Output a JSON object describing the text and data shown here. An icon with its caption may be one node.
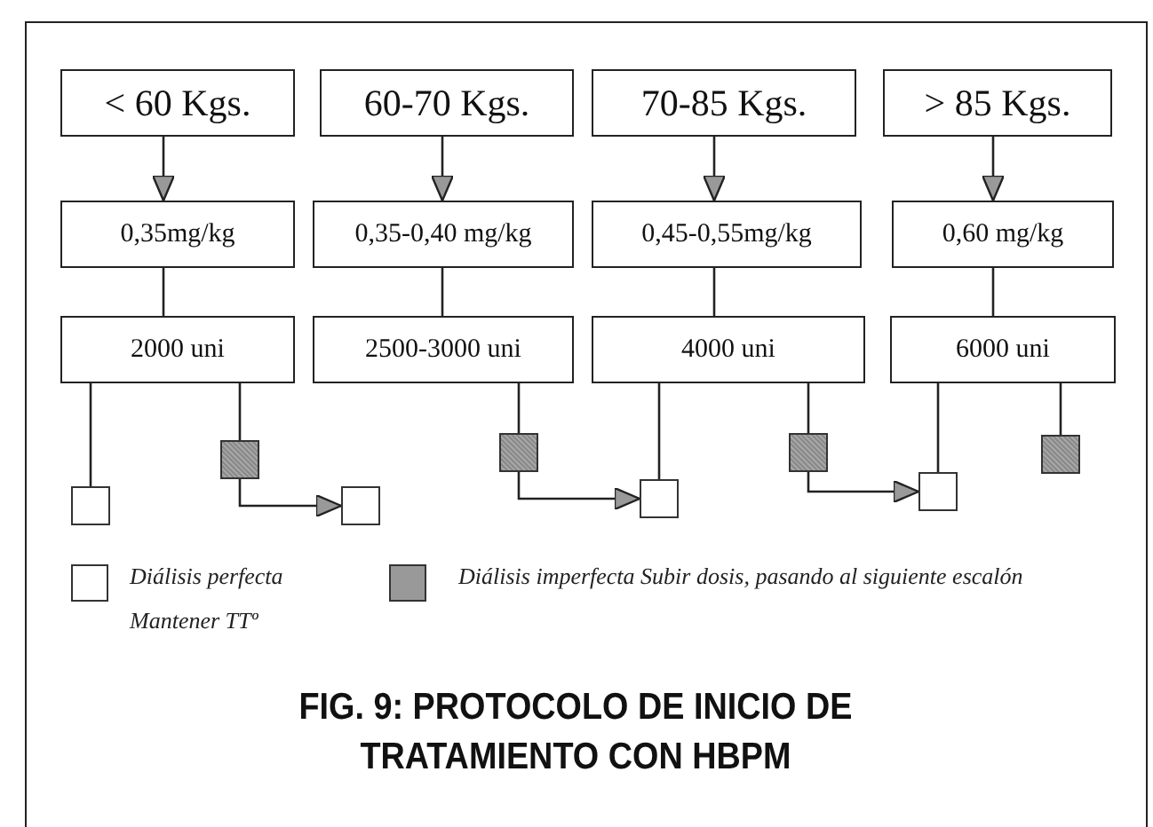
{
  "diagram": {
    "caption": "FIG. 9: PROTOCOLO DE INICIO DE TRATAMIENTO CON HBPM",
    "nodes": [
      {
        "text": [
          "< 60 Kgs."
        ]
      },
      {
        "text": [
          "60-70 Kgs."
        ]
      },
      {
        "text": [
          "70-85 Kgs."
        ]
      },
      {
        "text": [
          "> 85 Kgs."
        ]
      },
      {
        "text": [
          "0,35mg/kg"
        ]
      },
      {
        "text": [
          "0,35-0,40 mg/kg"
        ]
      },
      {
        "text": [
          "0,45-0,55mg/kg"
        ]
      },
      {
        "text": [
          "0,60 mg/kg"
        ]
      },
      {
        "text": [
          "2000 uni"
        ]
      },
      {
        "text": [
          "2500-3000 uni"
        ]
      },
      {
        "text": [
          "4000 uni"
        ]
      },
      {
        "text": [
          "6000 uni"
        ]
      },
      {
        "text": [],
        "shape": "box"
      },
      {
        "text": [],
        "shape": "box"
      },
      {
        "text": [],
        "shape": "box"
      },
      {
        "text": [],
        "shape": "box"
      },
      {
        "text": [],
        "shape": "box"
      },
      {
        "text": [],
        "shape": "box"
      },
      {
        "text": [],
        "shape": "box"
      },
      {
        "text": [],
        "shape": "box"
      }
    ],
    "edges": [
      {
        "from": 0,
        "to": 4,
        "arrow": "to"
      },
      {
        "from": 1,
        "to": 5,
        "arrow": "to"
      },
      {
        "from": 2,
        "to": 6,
        "arrow": "to"
      },
      {
        "from": 3,
        "to": 7,
        "arrow": "to"
      },
      {
        "from": 4,
        "to": 8,
        "arrow": "none"
      },
      {
        "from": 5,
        "to": 9,
        "arrow": "none"
      },
      {
        "from": 6,
        "to": 10,
        "arrow": "none"
      },
      {
        "from": 7,
        "to": 11,
        "arrow": "none"
      },
      {
        "from": 8,
        "to": 12,
        "arrow": "none"
      },
      {
        "from": 8,
        "to": 13,
        "arrow": "none"
      },
      {
        "from": 13,
        "to": 14,
        "arrow": "to"
      },
      {
        "from": 9,
        "to": 15,
        "arrow": "none"
      },
      {
        "from": 15,
        "to": 16,
        "arrow": "to"
      },
      {
        "from": 10,
        "to": 16,
        "arrow": "none"
      },
      {
        "from": 10,
        "to": 17,
        "arrow": "none"
      },
      {
        "from": 17,
        "to": 18,
        "arrow": "to"
      },
      {
        "from": 11,
        "to": 18,
        "arrow": "none"
      },
      {
        "from": 11,
        "to": 19,
        "arrow": "none"
      }
    ],
    "legend": [
      {
        "text": "Diálisis perfecta Mantener TTº",
        "color": "#ffffff"
      },
      {
        "text": "Diálisis imperfecta Subir dosis, pasando al siguiente escalón",
        "color": "#999999"
      }
    ]
  }
}
